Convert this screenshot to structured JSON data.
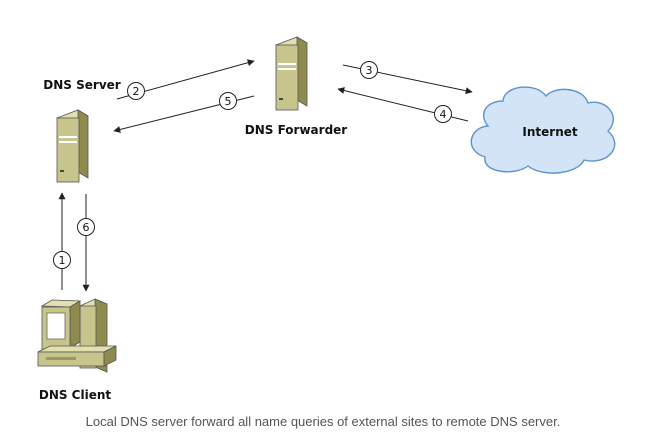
{
  "nodes": {
    "dns_server": "DNS Server",
    "dns_forwarder": "DNS Forwarder",
    "internet": "Internet",
    "dns_client": "DNS Client"
  },
  "steps": [
    "1",
    "2",
    "3",
    "4",
    "5",
    "6"
  ],
  "caption": "Local DNS server forward all name queries of external sites to remote DNS server.",
  "colors": {
    "server_body": "#c8c58c",
    "server_side": "#8f8a4e",
    "cloud_fill": "#d2e4f5",
    "cloud_stroke": "#5e93cc",
    "line": "#222222"
  }
}
